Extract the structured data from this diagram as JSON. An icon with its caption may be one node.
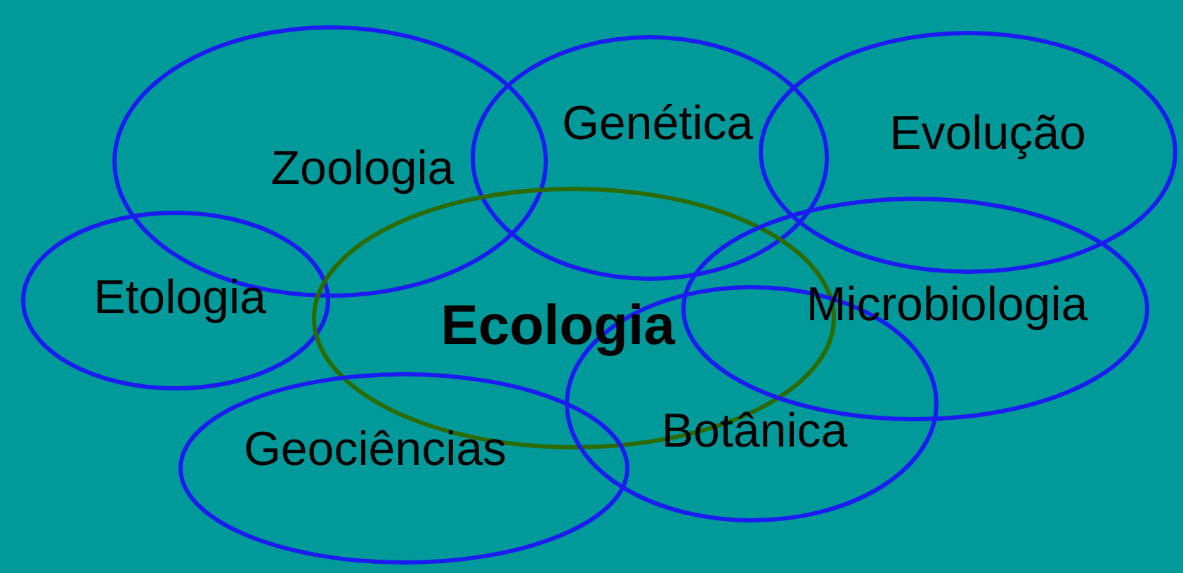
{
  "diagram": {
    "nodes": [
      {
        "text": [
          "Zoologia"
        ]
      },
      {
        "text": [
          "Genética"
        ]
      },
      {
        "text": [
          "Evolução"
        ]
      },
      {
        "text": [
          "Etologia"
        ]
      },
      {
        "text": [
          "Ecologia"
        ]
      },
      {
        "text": [
          "Microbiologia"
        ]
      },
      {
        "text": [
          "Geociências"
        ]
      },
      {
        "text": [
          "Botânica"
        ]
      }
    ],
    "edges": []
  }
}
